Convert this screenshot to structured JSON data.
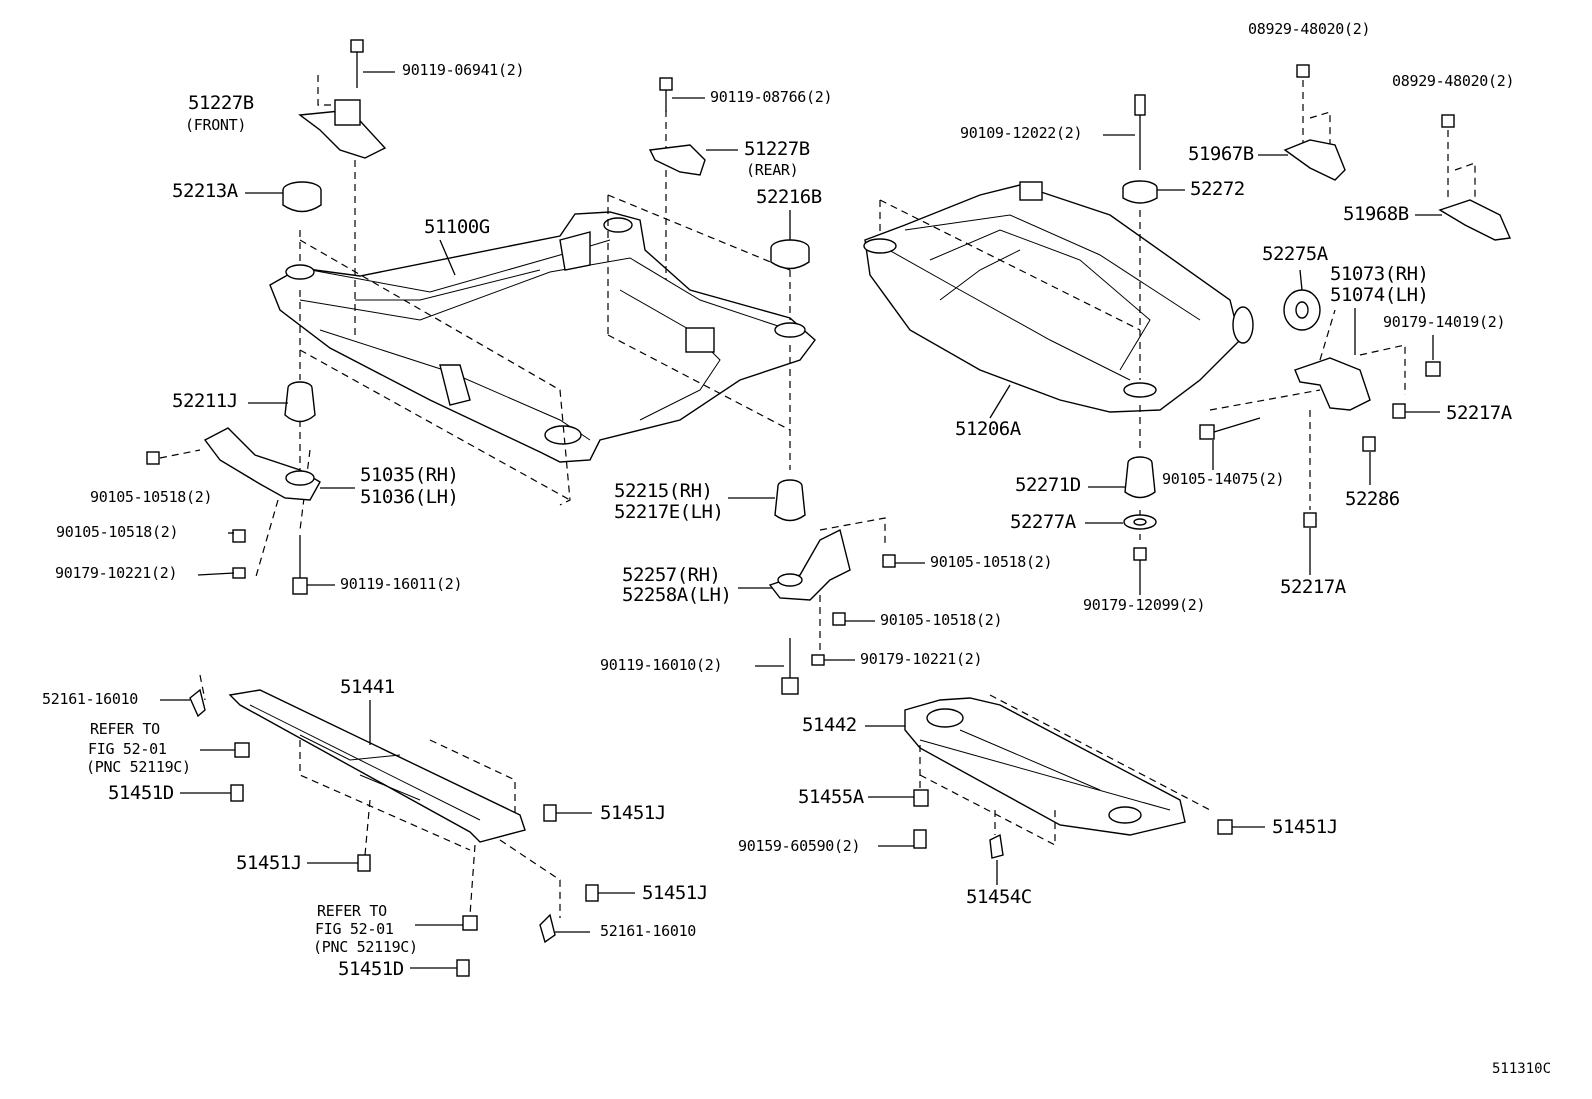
{
  "diagram_id": "511310C",
  "labels": {
    "p51227b_front": "51227B",
    "front": "(FRONT)",
    "p90119_06941": "90119-06941(2)",
    "p90119_08766": "90119-08766(2)",
    "p51227b_rear": "51227B",
    "rear": "(REAR)",
    "p52213a": "52213A",
    "p52216b": "52216B",
    "p51100g": "51100G",
    "p52211j": "52211J",
    "p90105_10518_a": "90105-10518(2)",
    "p51035": "51035(RH)",
    "p51036": "51036(LH)",
    "p90105_10518_b": "90105-10518(2)",
    "p90179_10221_a": "90179-10221(2)",
    "p90119_16011": "90119-16011(2)",
    "p52215": "52215(RH)",
    "p52217e": "52217E(LH)",
    "p90105_10518_c": "90105-10518(2)",
    "p52257": "52257(RH)",
    "p52258a": "52258A(LH)",
    "p90105_10518_d": "90105-10518(2)",
    "p90119_16010": "90119-16010(2)",
    "p90179_10221_b": "90179-10221(2)",
    "p08929_48020_a": "08929-48020(2)",
    "p08929_48020_b": "08929-48020(2)",
    "p90109_12022": "90109-12022(2)",
    "p51967b": "51967B",
    "p52272": "52272",
    "p51968b": "51968B",
    "p52275a": "52275A",
    "p51073": "51073(RH)",
    "p51074": "51074(LH)",
    "p90179_14019": "90179-14019(2)",
    "p52217a_a": "52217A",
    "p51206a": "51206A",
    "p52271d": "52271D",
    "p90105_14075": "90105-14075(2)",
    "p52286": "52286",
    "p52277a": "52277A",
    "p90179_12099": "90179-12099(2)",
    "p52217a_b": "52217A",
    "p52161_16010_a": "52161-16010",
    "p51441": "51441",
    "refer_a1": "REFER TO",
    "refer_a2": "FIG 52-01",
    "refer_a3": "(PNC 52119C)",
    "p51451d_a": "51451D",
    "p51451j_a": "51451J",
    "p51451j_b": "51451J",
    "p51451j_c": "51451J",
    "refer_b1": "REFER TO",
    "refer_b2": "FIG 52-01",
    "refer_b3": "(PNC 52119C)",
    "p52161_16010_b": "52161-16010",
    "p51451d_b": "51451D",
    "p51442": "51442",
    "p51455a": "51455A",
    "p90159_60590": "90159-60590(2)",
    "p51454c": "51454C",
    "p51451j_d": "51451J"
  }
}
